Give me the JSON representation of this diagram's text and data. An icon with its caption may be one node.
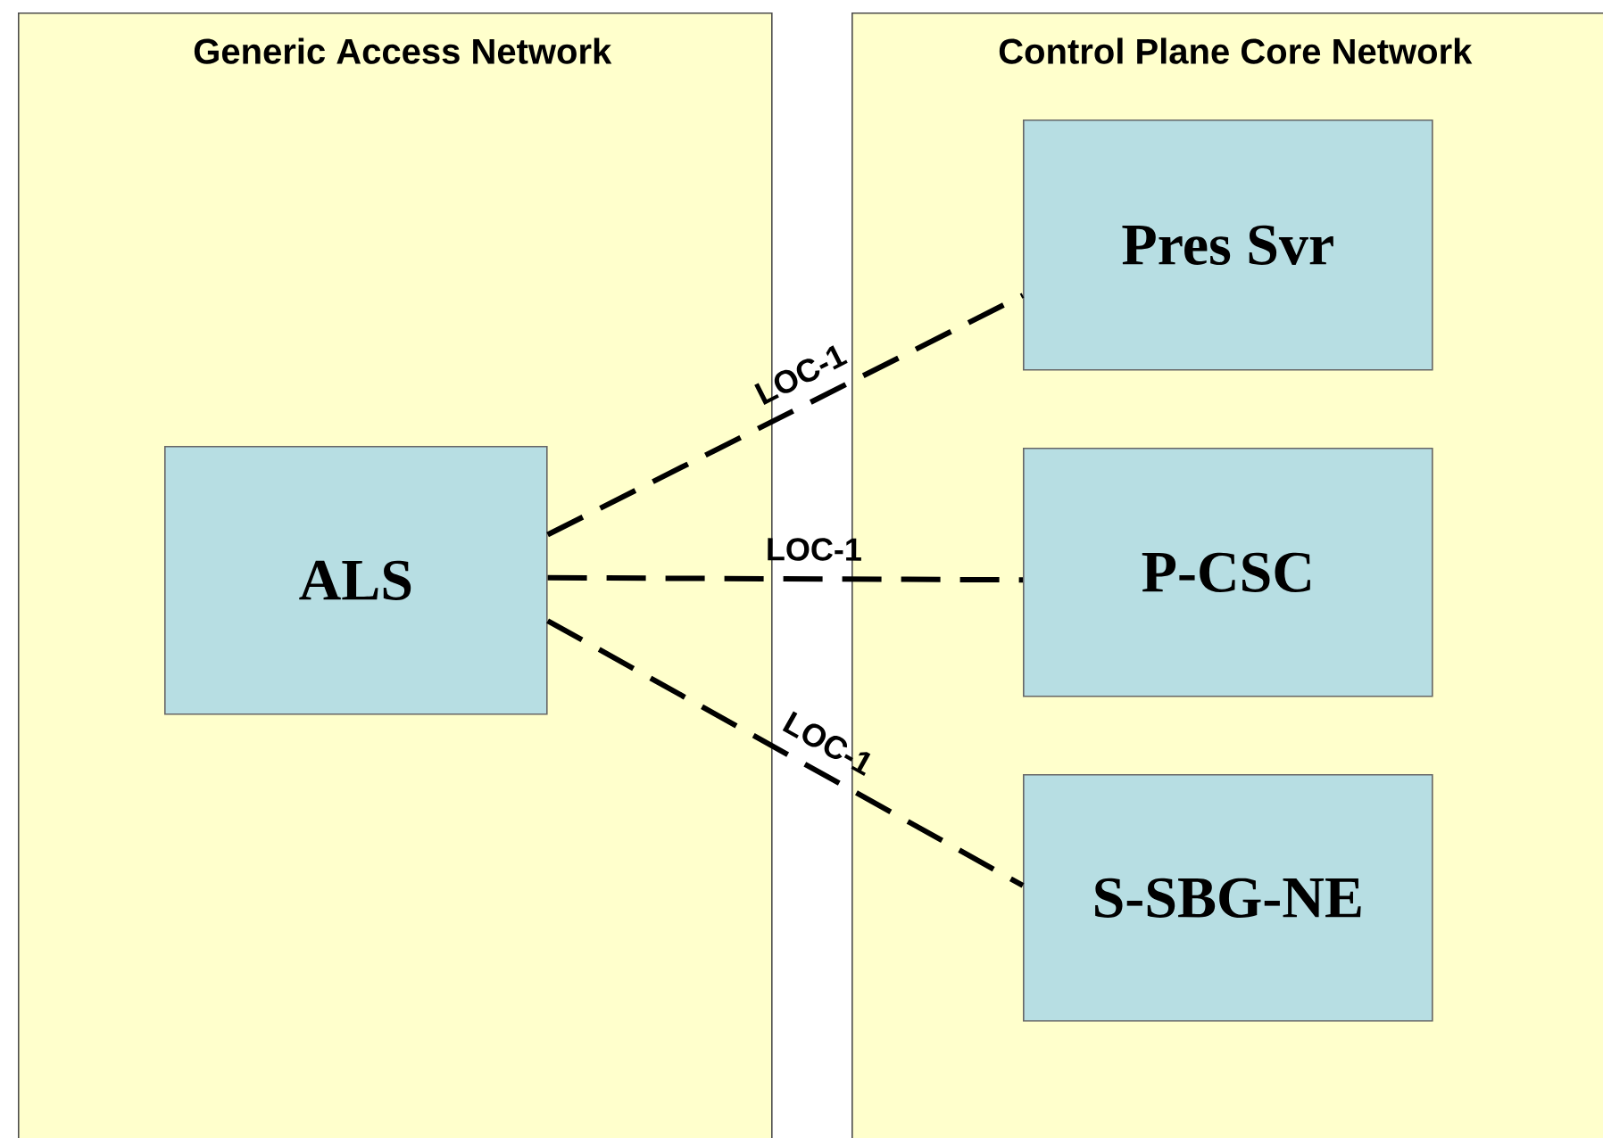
{
  "diagram": {
    "nodes": [
      {
        "text": [
          "Generic Access Network"
        ]
      },
      {
        "text": [
          "ALS"
        ],
        "in": 0
      },
      {
        "text": [
          "Control Plane Core Network"
        ]
      },
      {
        "text": [
          "Pres Svr"
        ],
        "in": 2
      },
      {
        "text": [
          "P-CSC"
        ],
        "in": 2
      },
      {
        "text": [
          "S-SBG-NE"
        ],
        "in": 2
      }
    ],
    "edges": [
      {
        "from": 1,
        "to": 3,
        "arrow": "none",
        "style": "dashed",
        "label": "LOC-1"
      },
      {
        "from": 1,
        "to": 4,
        "arrow": "none",
        "style": "dashed",
        "label": "LOC-1"
      },
      {
        "from": 1,
        "to": 5,
        "arrow": "none",
        "style": "dashed",
        "label": "LOC-1"
      }
    ]
  }
}
